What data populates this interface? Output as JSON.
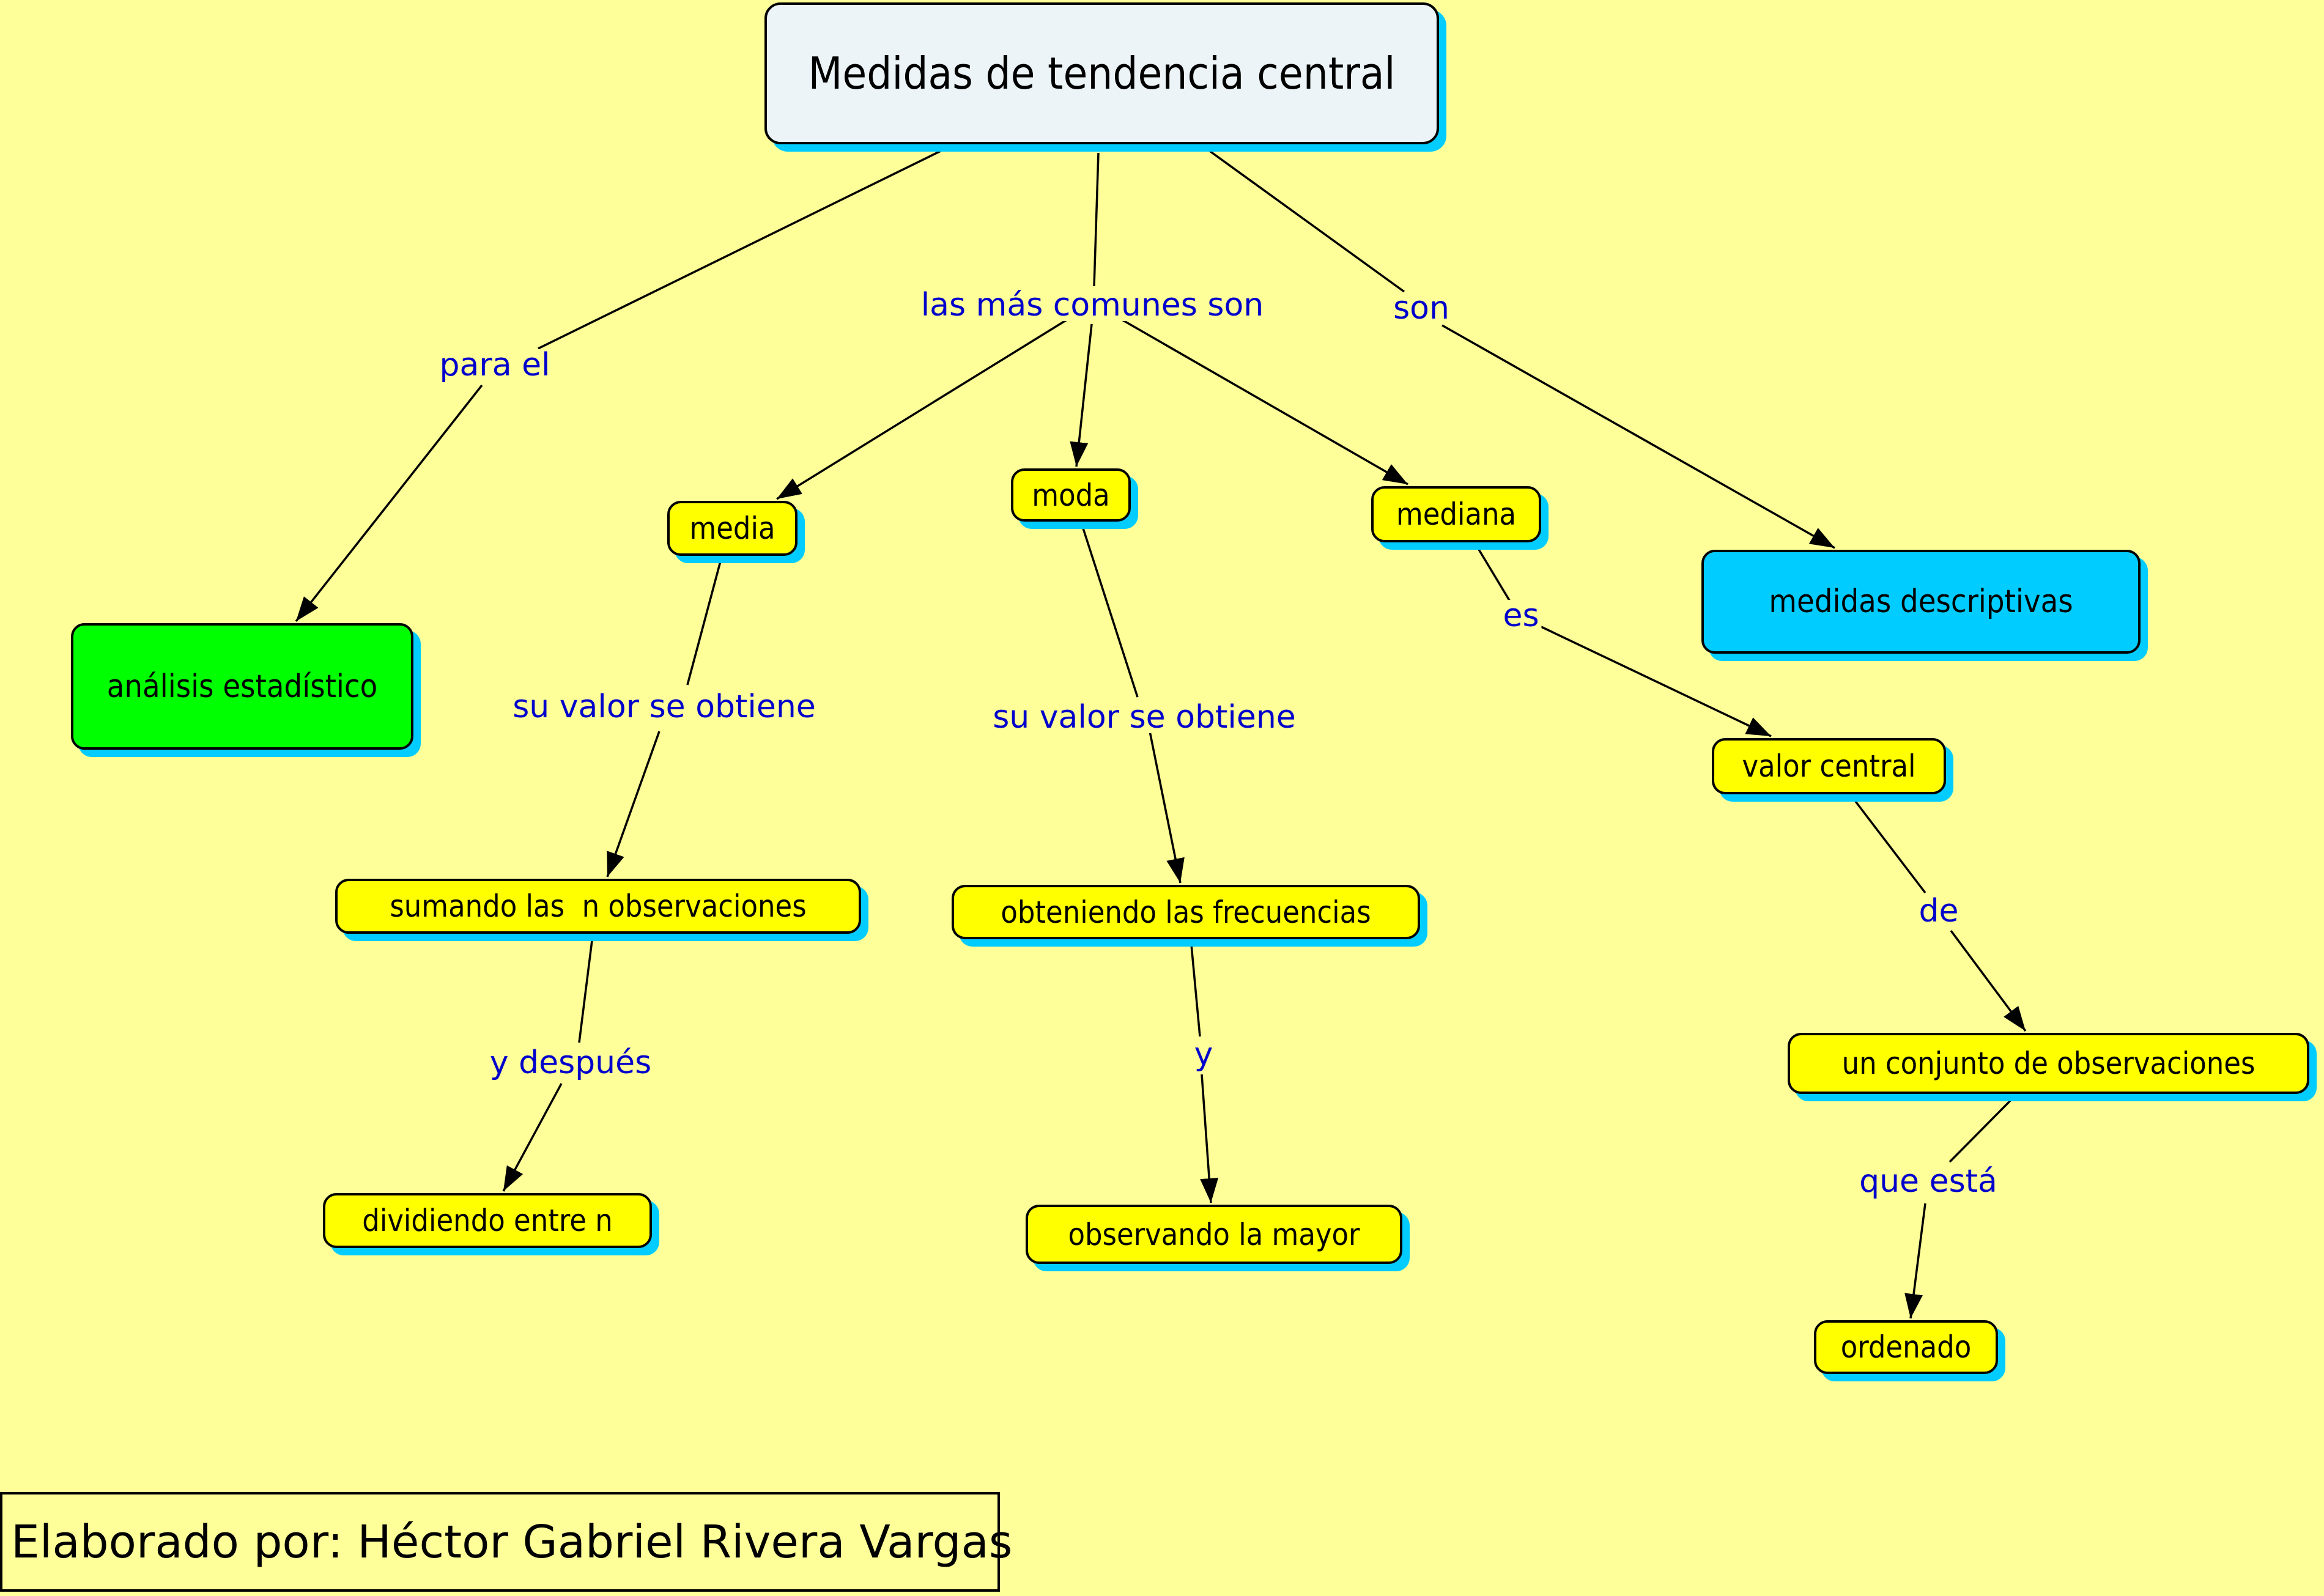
{
  "title": "Medidas de tendencia central",
  "colors": {
    "background": "#FFFF99",
    "concept_default": "#FFFF00",
    "root": "#ECF4F8",
    "analysis": "#00FF00",
    "descriptive": "#00CCFF",
    "shadow": "#00CCFF",
    "link_label": "#0000CC"
  },
  "nodes": {
    "root": "Medidas de tendencia central",
    "analisis": "análisis estadístico",
    "media": "media",
    "moda": "moda",
    "mediana": "mediana",
    "medidas_descriptivas": "medidas descriptivas",
    "sumando": "sumando las  n observaciones",
    "obteniendo": "obteniendo las frecuencias",
    "valor_central": "valor central",
    "dividiendo": "dividiendo entre n",
    "observando": "observando la mayor",
    "conjunto": "un conjunto de observaciones",
    "ordenado": "ordenado"
  },
  "links": {
    "para_el": "para el",
    "mas_comunes": "las más comunes son",
    "son": "son",
    "media_obtiene": "su valor se obtiene",
    "moda_obtiene": "su valor se obtiene",
    "es": "es",
    "y_despues": "y después",
    "y": "y",
    "de": "de",
    "que_esta": "que está"
  },
  "footer": "Elaborado por: Héctor Gabriel Rivera Vargas"
}
